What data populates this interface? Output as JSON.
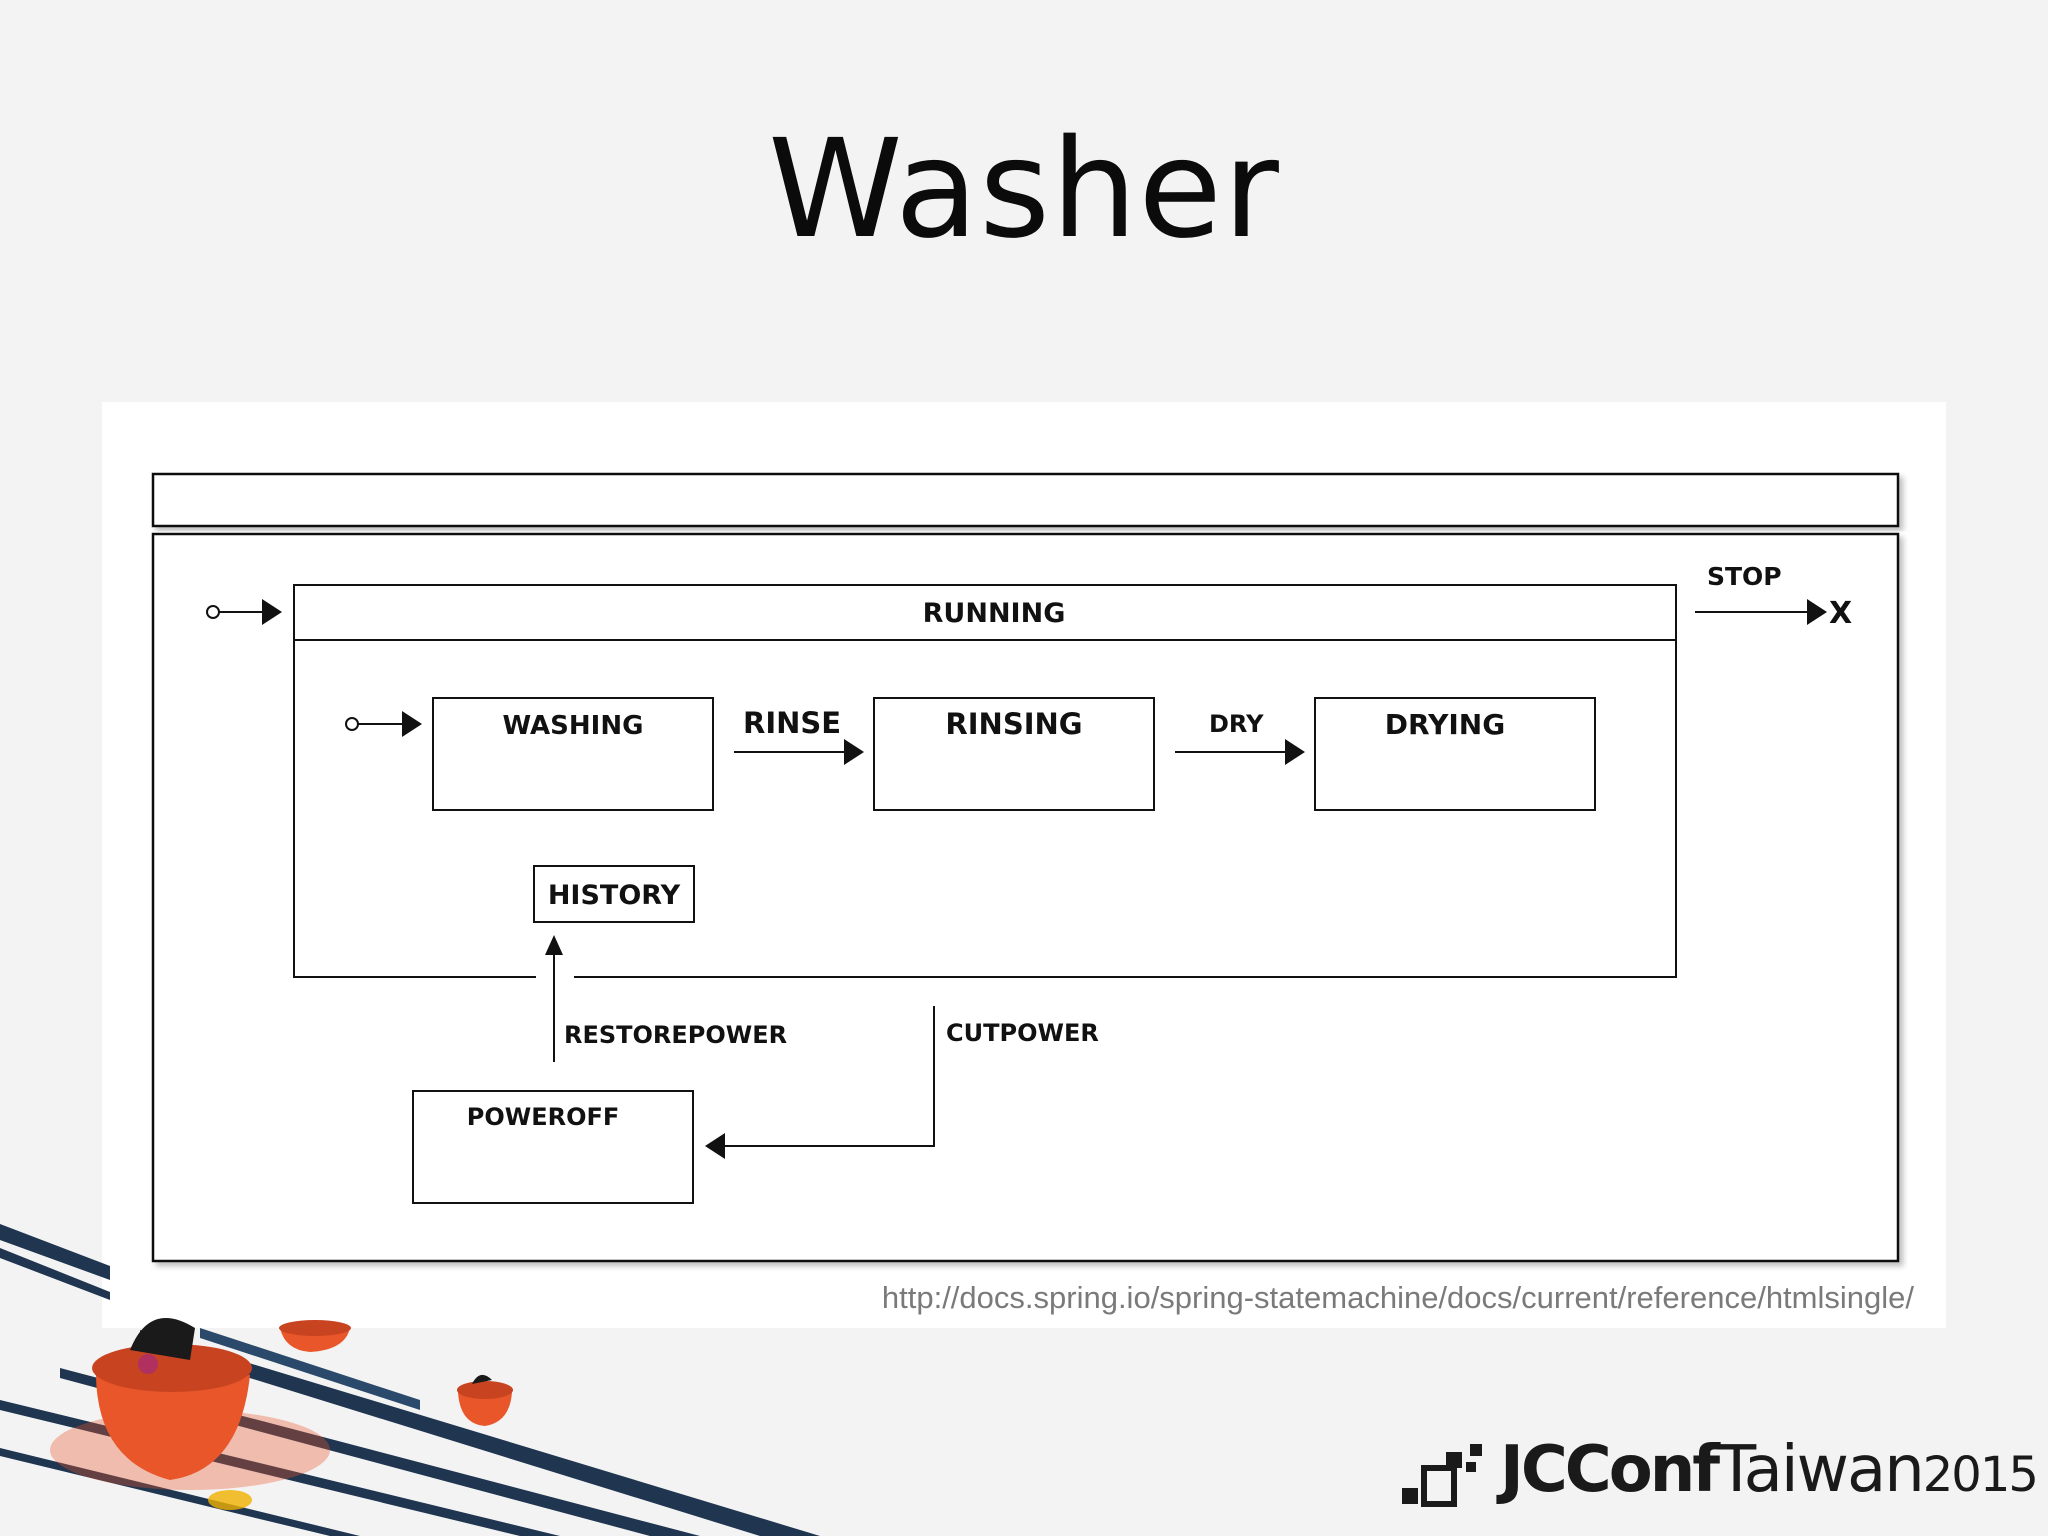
{
  "slide": {
    "title": "Washer",
    "source_url": "http://docs.spring.io/spring-statemachine/docs/current/reference/htmlsingle/"
  },
  "diagram": {
    "states": {
      "running": "RUNNING",
      "washing": "WASHING",
      "rinsing": "RINSING",
      "drying": "DRYING",
      "history": "HISTORY",
      "poweroff": "POWEROFF"
    },
    "transitions": {
      "rinse": "RINSE",
      "dry": "DRY",
      "stop": "STOP",
      "restorepower": "RESTOREPOWER",
      "cutpower": "CUTPOWER"
    },
    "final_marker": "X"
  },
  "logo": {
    "brand": "JCConf",
    "location": "Taiwan",
    "year": "2015"
  },
  "colors": {
    "background": "#f3f3f3",
    "panel": "#ffffff",
    "line": "#111111",
    "deco_orange": "#e8562a",
    "deco_navy": "#1f3550"
  }
}
